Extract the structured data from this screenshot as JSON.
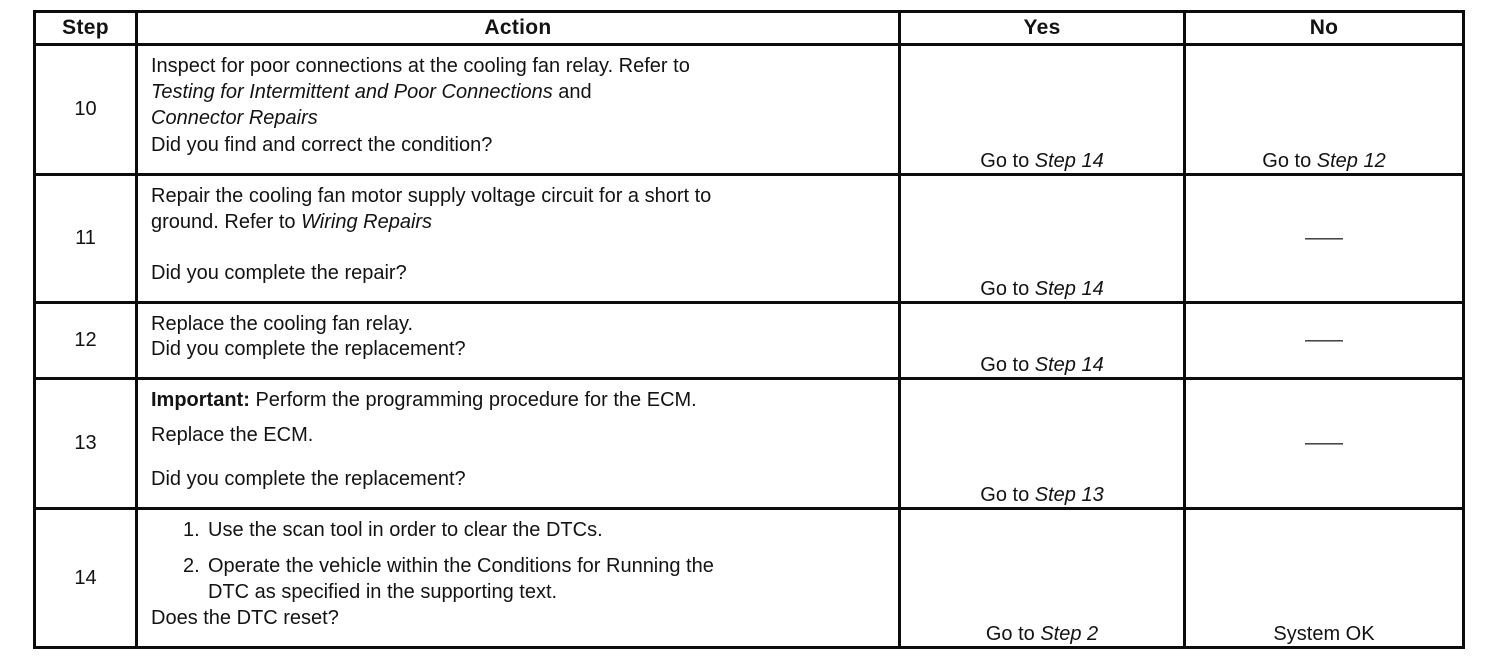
{
  "page": {
    "background_color": "#ffffff",
    "text_color": "#131313",
    "border_color": "#0c0c0c"
  },
  "table": {
    "dash_glyph": "—",
    "headers": [
      {
        "key": "step",
        "label": "Step"
      },
      {
        "key": "action",
        "label": "Action"
      },
      {
        "key": "yes",
        "label": "Yes"
      },
      {
        "key": "no",
        "label": "No"
      }
    ],
    "rows": [
      {
        "step": "10",
        "height": 130,
        "action_blocks": [
          {
            "segments": [
              {
                "text": "Inspect for poor connections at the cooling fan relay. Refer to",
                "style": "normal"
              }
            ]
          },
          {
            "segments": [
              {
                "text": "Testing for Intermittent and Poor Connections",
                "style": "italic"
              },
              {
                "text": " and",
                "style": "normal"
              }
            ]
          },
          {
            "segments": [
              {
                "text": "Connector Repairs",
                "style": "italic"
              }
            ]
          }
        ],
        "question": "Did you find and correct the condition?",
        "yes": {
          "segments": [
            {
              "text": "Go to ",
              "style": "normal"
            },
            {
              "text": "Step 14",
              "style": "italic"
            }
          ]
        },
        "no": {
          "segments": [
            {
              "text": "Go to ",
              "style": "normal"
            },
            {
              "text": "Step 12",
              "style": "italic"
            }
          ]
        }
      },
      {
        "step": "11",
        "height": 128,
        "action_blocks": [
          {
            "segments": [
              {
                "text": "Repair the cooling fan motor supply voltage circuit for a short to",
                "style": "normal"
              }
            ]
          },
          {
            "segments": [
              {
                "text": "ground. Refer to ",
                "style": "normal"
              },
              {
                "text": "Wiring Repairs",
                "style": "italic"
              }
            ]
          }
        ],
        "question": "Did you complete the repair?",
        "yes": {
          "segments": [
            {
              "text": "Go to ",
              "style": "normal"
            },
            {
              "text": "Step 14",
              "style": "italic"
            }
          ]
        },
        "no": {
          "dash": true
        }
      },
      {
        "step": "12",
        "height": 76,
        "action_blocks": [
          {
            "segments": [
              {
                "text": "Replace the cooling fan relay.",
                "style": "normal"
              }
            ]
          }
        ],
        "question": "Did you complete the replacement?",
        "yes": {
          "segments": [
            {
              "text": "Go to ",
              "style": "normal"
            },
            {
              "text": "Step 14",
              "style": "italic"
            }
          ]
        },
        "no": {
          "dash": true
        }
      },
      {
        "step": "13",
        "height": 130,
        "action_blocks": [
          {
            "segments": [
              {
                "text": "Important:",
                "style": "bold"
              },
              {
                "text": " Perform the programming procedure for the ECM.",
                "style": "normal"
              }
            ]
          },
          {
            "gap_before": 9,
            "segments": [
              {
                "text": "Replace the ECM.",
                "style": "normal"
              }
            ]
          }
        ],
        "question": "Did you complete the replacement?",
        "yes": {
          "segments": [
            {
              "text": "Go to ",
              "style": "normal"
            },
            {
              "text": "Step 13",
              "style": "italic"
            }
          ]
        },
        "no": {
          "dash": true
        }
      },
      {
        "step": "14",
        "height": 139,
        "action_blocks": [
          {
            "marker": "1.",
            "segments": [
              {
                "text": "Use the scan tool in order to clear the DTCs.",
                "style": "normal"
              }
            ]
          },
          {
            "marker": "2.",
            "gap_before": 10,
            "segments": [
              {
                "text": "Operate the vehicle within the Conditions for Running the",
                "style": "normal"
              },
              {
                "br": true
              },
              {
                "text": "DTC as specified in the supporting text.",
                "style": "normal"
              }
            ]
          }
        ],
        "question": "Does the DTC reset?",
        "yes": {
          "segments": [
            {
              "text": "Go to ",
              "style": "normal"
            },
            {
              "text": "Step 2",
              "style": "italic"
            }
          ]
        },
        "no": {
          "segments": [
            {
              "text": "System OK",
              "style": "normal"
            }
          ]
        }
      }
    ]
  }
}
